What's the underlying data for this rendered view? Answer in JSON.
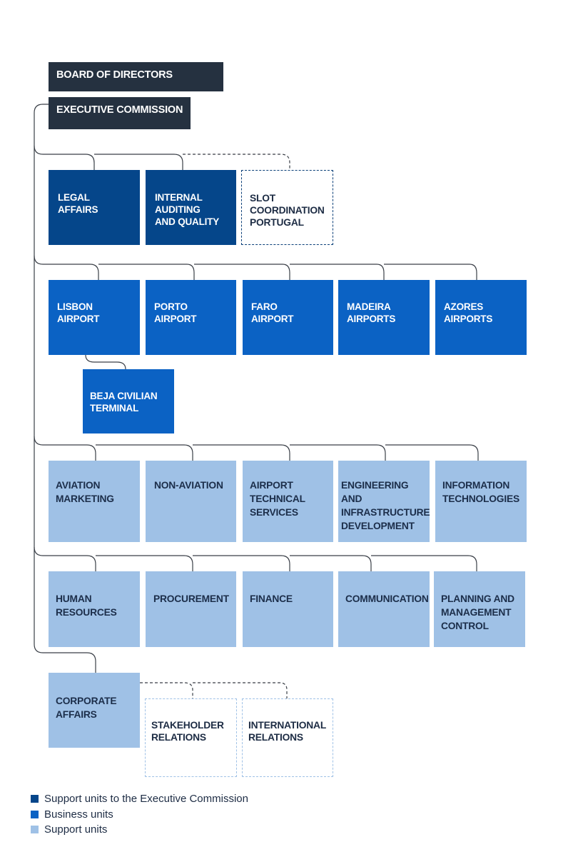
{
  "colors": {
    "executive": "#253140",
    "support_exec": "#05468a",
    "business": "#0b62c4",
    "support": "#9fc1e6",
    "line": "#3a3f47"
  },
  "org": {
    "board": "BOARD OF DIRECTORS",
    "executive_commission": "EXECUTIVE COMMISSION",
    "legal_affairs": "LEGAL AFFAIRS",
    "internal_auditing": "INTERNAL\nAUDITING\nAND QUALITY",
    "slot_coordination": "SLOT\nCOORDINATION\nPORTUGAL",
    "lisbon_airport": "LISBON\nAIRPORT",
    "porto_airport": "PORTO\nAIRPORT",
    "faro_airport": "FARO\nAIRPORT",
    "madeira_airports": "MADEIRA\nAIRPORTS",
    "azores_airports": "AZORES\nAIRPORTS",
    "beja_terminal": "BEJA CIVILIAN\nTERMINAL",
    "aviation_marketing": "AVIATION\nMARKETING",
    "non_aviation": "NON-AVIATION",
    "airport_technical": "AIRPORT\nTECHNICAL\nSERVICES",
    "engineering": "ENGINEERING AND\nINFRASTRUCTURE\nDEVELOPMENT",
    "information_tech": "INFORMATION\nTECHNOLOGIES",
    "human_resources": "HUMAN\nRESOURCES",
    "procurement": "PROCUREMENT",
    "finance": "FINANCE",
    "communication": "COMMUNICATION",
    "planning": "PLANNING AND\nMANAGEMENT\nCONTROL",
    "corporate_affairs": "CORPORATE\nAFFAIRS",
    "stakeholder_relations": "STAKEHOLDER\nRELATIONS",
    "international_relations": "INTERNATIONAL\nRELATIONS"
  },
  "legend": {
    "support_exec": "Support units to the Executive Commission",
    "business": "Business units",
    "support": "Support units"
  }
}
